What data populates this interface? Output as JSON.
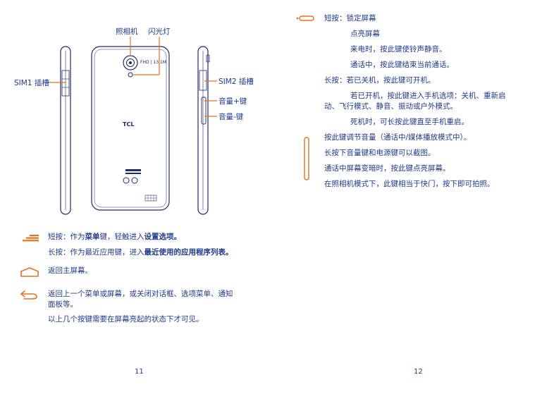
{
  "colors": {
    "text": "#1e3a8a",
    "accent": "#e8711d",
    "phone": "#1e2a6b"
  },
  "left": {
    "camera_label": "照相机",
    "flash_label": "闪光灯",
    "sim1_label": "SIM1 插槽",
    "sim2_label": "SIM2 插槽",
    "vol_up_label": "音量+键",
    "vol_down_label": "音量-键",
    "brand": "TCL",
    "camera_text": "FHD | 13.1M",
    "menu": {
      "line1_pre": "短按：作为",
      "line1_b1": "菜单",
      "line1_mid": "键，轻触进入",
      "line1_b2": "设置选项。",
      "line2_pre": "长按：作为最近应用键，进入",
      "line2_b": "最近使用的应用程序列表。"
    },
    "home_text": "返回主屏幕。",
    "back_text_1": "返回上一个菜单或屏幕，或关闭对话框、选项菜单、通知",
    "back_text_2": "面板等。",
    "note": "以上几个按键需要在屏幕亮起的状态下才可见。",
    "page_number": "11"
  },
  "right": {
    "power_lines": [
      "短按：锁定屏幕",
      "点亮屏幕",
      "来电时，按此键使铃声静音。",
      "通话中，按此键结束当前通话。",
      "长按：若已关机，按此键可开机。",
      "若已开机，按此键进入手机选项：关机、重新启",
      "动、飞行模式、静音、振动或户外模式。",
      "死机时，可长按此键直至手机重启。"
    ],
    "volume_lines": [
      "按此键调节音量（通话中/媒体播放模式中）。",
      "长按下音量键和电源键可以截图。",
      "通话中屏幕变暗时，按此键点亮屏幕。",
      "在照相机模式下，此键相当于快门，按下即可拍照。"
    ],
    "page_number": "12"
  }
}
